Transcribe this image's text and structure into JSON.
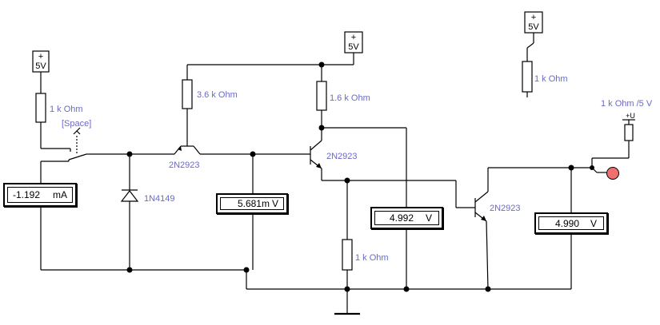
{
  "supplies": {
    "vcc_left": "5V",
    "vcc_middle": "5V",
    "vcc_right": "5V",
    "plus_symbol": "+",
    "probe_source": "+U"
  },
  "labels": {
    "r_left": "1 k Ohm",
    "r_transistor1": "3.6 k Ohm",
    "r_transistor2": "1.6 k Ohm",
    "r_emitter": "1 k Ohm",
    "r_top_right": "1 k Ohm",
    "r_probe": "1 k Ohm /5 V",
    "switch_key": "[Space]",
    "diode": "1N4149",
    "q1": "2N2923",
    "q2": "2N2923",
    "q3": "2N2923"
  },
  "meters": {
    "ammeter": {
      "value": "-1.192",
      "unit": "mA"
    },
    "volt_1": {
      "value": "5.681m",
      "unit": "V"
    },
    "volt_2": {
      "value": "4.992",
      "unit": "V"
    },
    "volt_3": {
      "value": "4.990",
      "unit": "V"
    }
  },
  "colors": {
    "wire": "#000000",
    "label": "#6a6ac8",
    "lamp": "#f07070"
  }
}
